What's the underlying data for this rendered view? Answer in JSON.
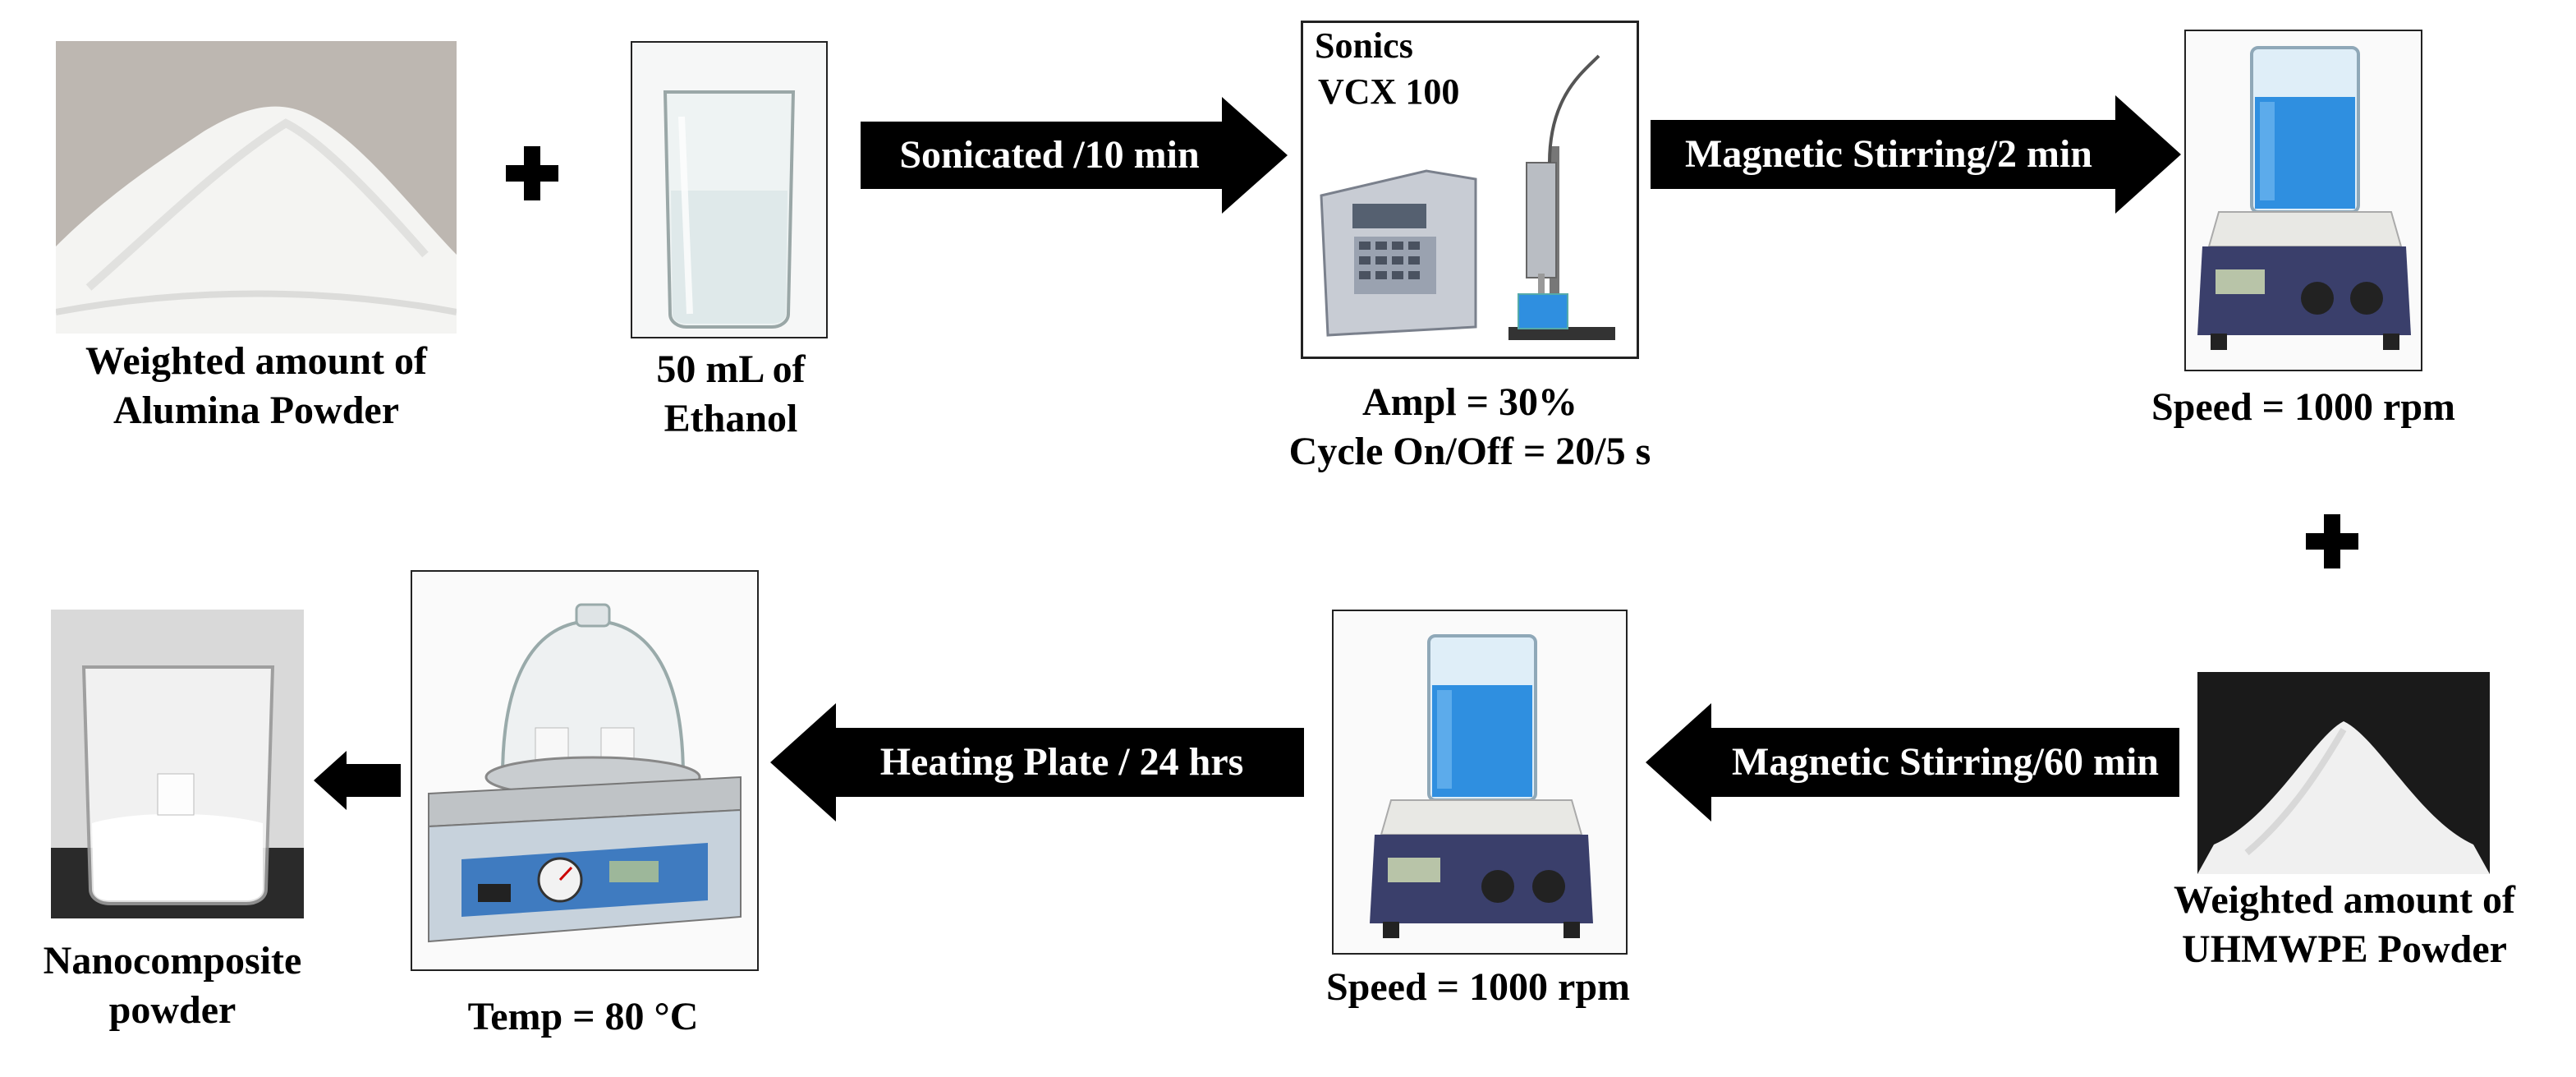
{
  "steps": {
    "alumina": {
      "label_line1": "Weighted amount  of",
      "label_line2": "Alumina  Powder"
    },
    "ethanol": {
      "label_line1": "50 mL of",
      "label_line2": "Ethanol"
    },
    "sonicator": {
      "brand_line1": "Sonics",
      "brand_line2": "VCX 100",
      "param_line1": "Ampl = 30%",
      "param_line2": "Cycle On/Off = 20/5 s"
    },
    "stirrer_top": {
      "param": "Speed = 1000 rpm"
    },
    "uhmwpe": {
      "label_line1": "Weighted  amount of",
      "label_line2": "UHMWPE  Powder"
    },
    "stirrer_bottom": {
      "param": "Speed = 1000 rpm"
    },
    "heating": {
      "param": "Temp = 80 °C"
    },
    "nanocomposite": {
      "label_line1": "Nanocomposite",
      "label_line2": "powder"
    }
  },
  "arrows": {
    "sonicated": "Sonicated /10 min",
    "stirring_2": "Magnetic Stirring/2  min",
    "stirring_60": "Magnetic Stirring/60  min",
    "heating_plate": "Heating Plate / 24 hrs"
  },
  "colors": {
    "arrow": "#000000",
    "liquid_blue": "#2f8fe0",
    "powder": "#f2f2f2",
    "device_body": "#3a3f6b"
  }
}
